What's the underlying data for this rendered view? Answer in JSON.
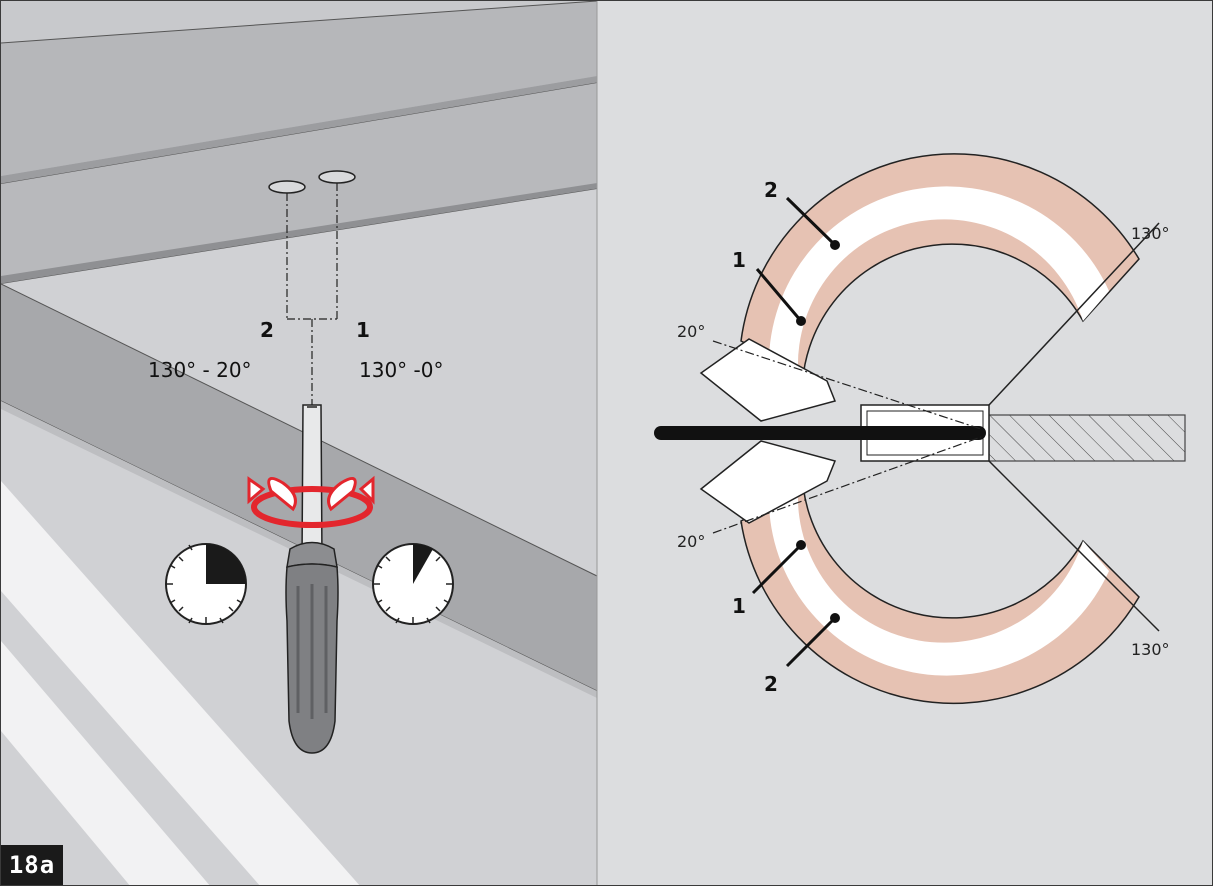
{
  "figure_label": "18a",
  "left_panel": {
    "hole_labels": [
      "2",
      "1"
    ],
    "range_labels": [
      "130° - 20°",
      "130° -0°"
    ]
  },
  "right_panel": {
    "angle_labels": [
      "130°",
      "20°",
      "20°",
      "130°"
    ],
    "zone_labels": [
      "2",
      "1",
      "1",
      "2"
    ]
  },
  "colors": {
    "background": "#dcdddf",
    "panel_dark": "#b7b8bb",
    "band_pink": "#e6c2b3",
    "arrow_red": "#e3262d"
  }
}
